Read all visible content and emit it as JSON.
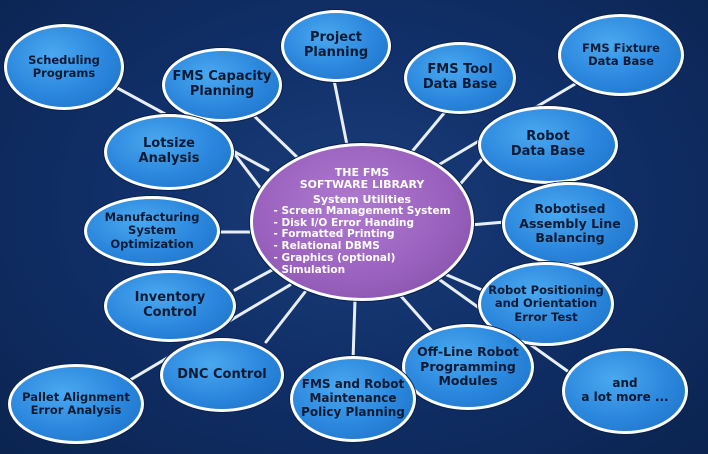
{
  "hub": {
    "title": "THE FMS\nSOFTWARE LIBRARY",
    "subtitle": "System Utilities",
    "items": [
      "Screen Management System",
      "Disk I/O Error Handing",
      "Formatted Printing",
      "Relational DBMS",
      "Graphics (optional)",
      "Simulation"
    ]
  },
  "modules": [
    {
      "label": "Scheduling\nPrograms"
    },
    {
      "label": "Project\nPlanning"
    },
    {
      "label": "FMS Capacity\nPlanning"
    },
    {
      "label": "FMS Tool\nData Base"
    },
    {
      "label": "FMS Fixture\nData Base"
    },
    {
      "label": "Lotsize\nAnalysis"
    },
    {
      "label": "Robot\nData Base"
    },
    {
      "label": "Manufacturing\nSystem Optimization"
    },
    {
      "label": "Robotised\nAssembly Line\nBalancing"
    },
    {
      "label": "Inventory\nControl"
    },
    {
      "label": "Robot Positioning\nand Orientation\nError Test"
    },
    {
      "label": "DNC Control"
    },
    {
      "label": "Off-Line Robot\nProgramming\nModules"
    },
    {
      "label": "Pallet Alignment\nError Analysis"
    },
    {
      "label": "FMS and Robot\nMaintenance\nPolicy Planning"
    },
    {
      "label": "and\na lot more ..."
    }
  ],
  "colors": {
    "background": "#11306a",
    "module_fill": "#2a86dc",
    "hub_fill": "#9a62be",
    "connector": "#e8eef6"
  }
}
